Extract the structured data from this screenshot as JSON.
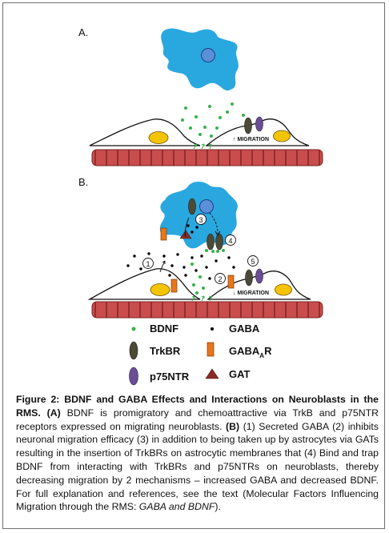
{
  "panels": {
    "a_label": "A.",
    "b_label": "B.",
    "migration_a": "MIGRATION",
    "migration_a_arrow": "↑",
    "migration_b": "MIGRATION",
    "migration_b_arrow": "↓",
    "step1": "1",
    "step2": "2",
    "step3": "3",
    "step4": "4",
    "step5": "5"
  },
  "legend": {
    "bdnf": "BDNF",
    "gaba": "GABA",
    "trkbr": "TrkBR",
    "gabaar_main": "GABA",
    "gabaar_sub": "A",
    "gabaar_end": "R",
    "p75ntr": "p75NTR",
    "gat": "GAT"
  },
  "caption": {
    "figure_label": "Figure 2:",
    "title": "BDNF and GABA Effects and Interactions on Neuroblasts in the RMS.",
    "a_tag": "(A)",
    "a_text": "BDNF is promigratory and chemoattractive via TrkB and p75NTR receptors expressed on migrating neuroblasts.",
    "b_tag": "(B)",
    "b_text": "(1) Secreted GABA (2) inhibits neuronal migration efficacy (3) in addition to being taken up by astrocytes via GATs resulting in the insertion of TrkBRs on astrocytic membranes that (4) Bind and trap BDNF from interacting with TrkBRs and p75NTRs on neuroblasts, thereby decreasing migration by 2 mechanisms – increased GABA and decreased BDNF. For full explanation and references, see the text (Molecular Factors Influencing Migration through the RMS:",
    "ref_italic": "GABA and BDNF",
    "ref_end": ")."
  },
  "colors": {
    "astrocyte": "#29a8e0",
    "nucleus_astro": "#5b8fd8",
    "neuroblast_nucleus": "#f5c400",
    "vessel": "#c94d4d",
    "vessel_line": "#7e2020",
    "bdnf_dot": "#35b34a",
    "gaba_dot": "#000000",
    "trkbr": "#4a4a37",
    "p75ntr": "#6a4e94",
    "gabaar": "#e8761c",
    "gat": "#8b2a25"
  }
}
